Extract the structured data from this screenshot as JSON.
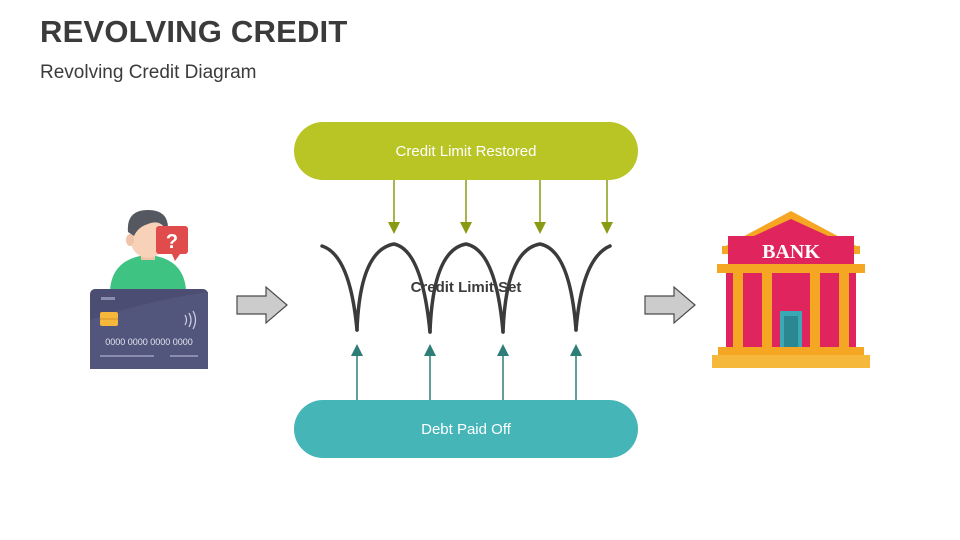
{
  "header": {
    "title": "REVOLVING CREDIT",
    "subtitle": "Revolving Credit Diagram"
  },
  "diagram": {
    "top_box": "Credit Limit Restored",
    "center_label": "Credit Limit Set",
    "bottom_box": "Debt Paid Off"
  },
  "card": {
    "number": "0000 0000 0000 0000",
    "question_mark": "?"
  },
  "bank": {
    "sign": "BANK"
  },
  "colors": {
    "top_box": "#b9c425",
    "top_arrows": "#8a9a12",
    "bottom_box": "#45b5b8",
    "bottom_arrows": "#2e7d79",
    "loops": "#3b3b3b",
    "card": "#4b4e72",
    "bank_roof": "#f5a623",
    "bank_wall": "#e0245e"
  },
  "icons": [
    "person-icon",
    "question-bubble-icon",
    "credit-card-icon",
    "right-arrow-icon",
    "bank-building-icon"
  ]
}
